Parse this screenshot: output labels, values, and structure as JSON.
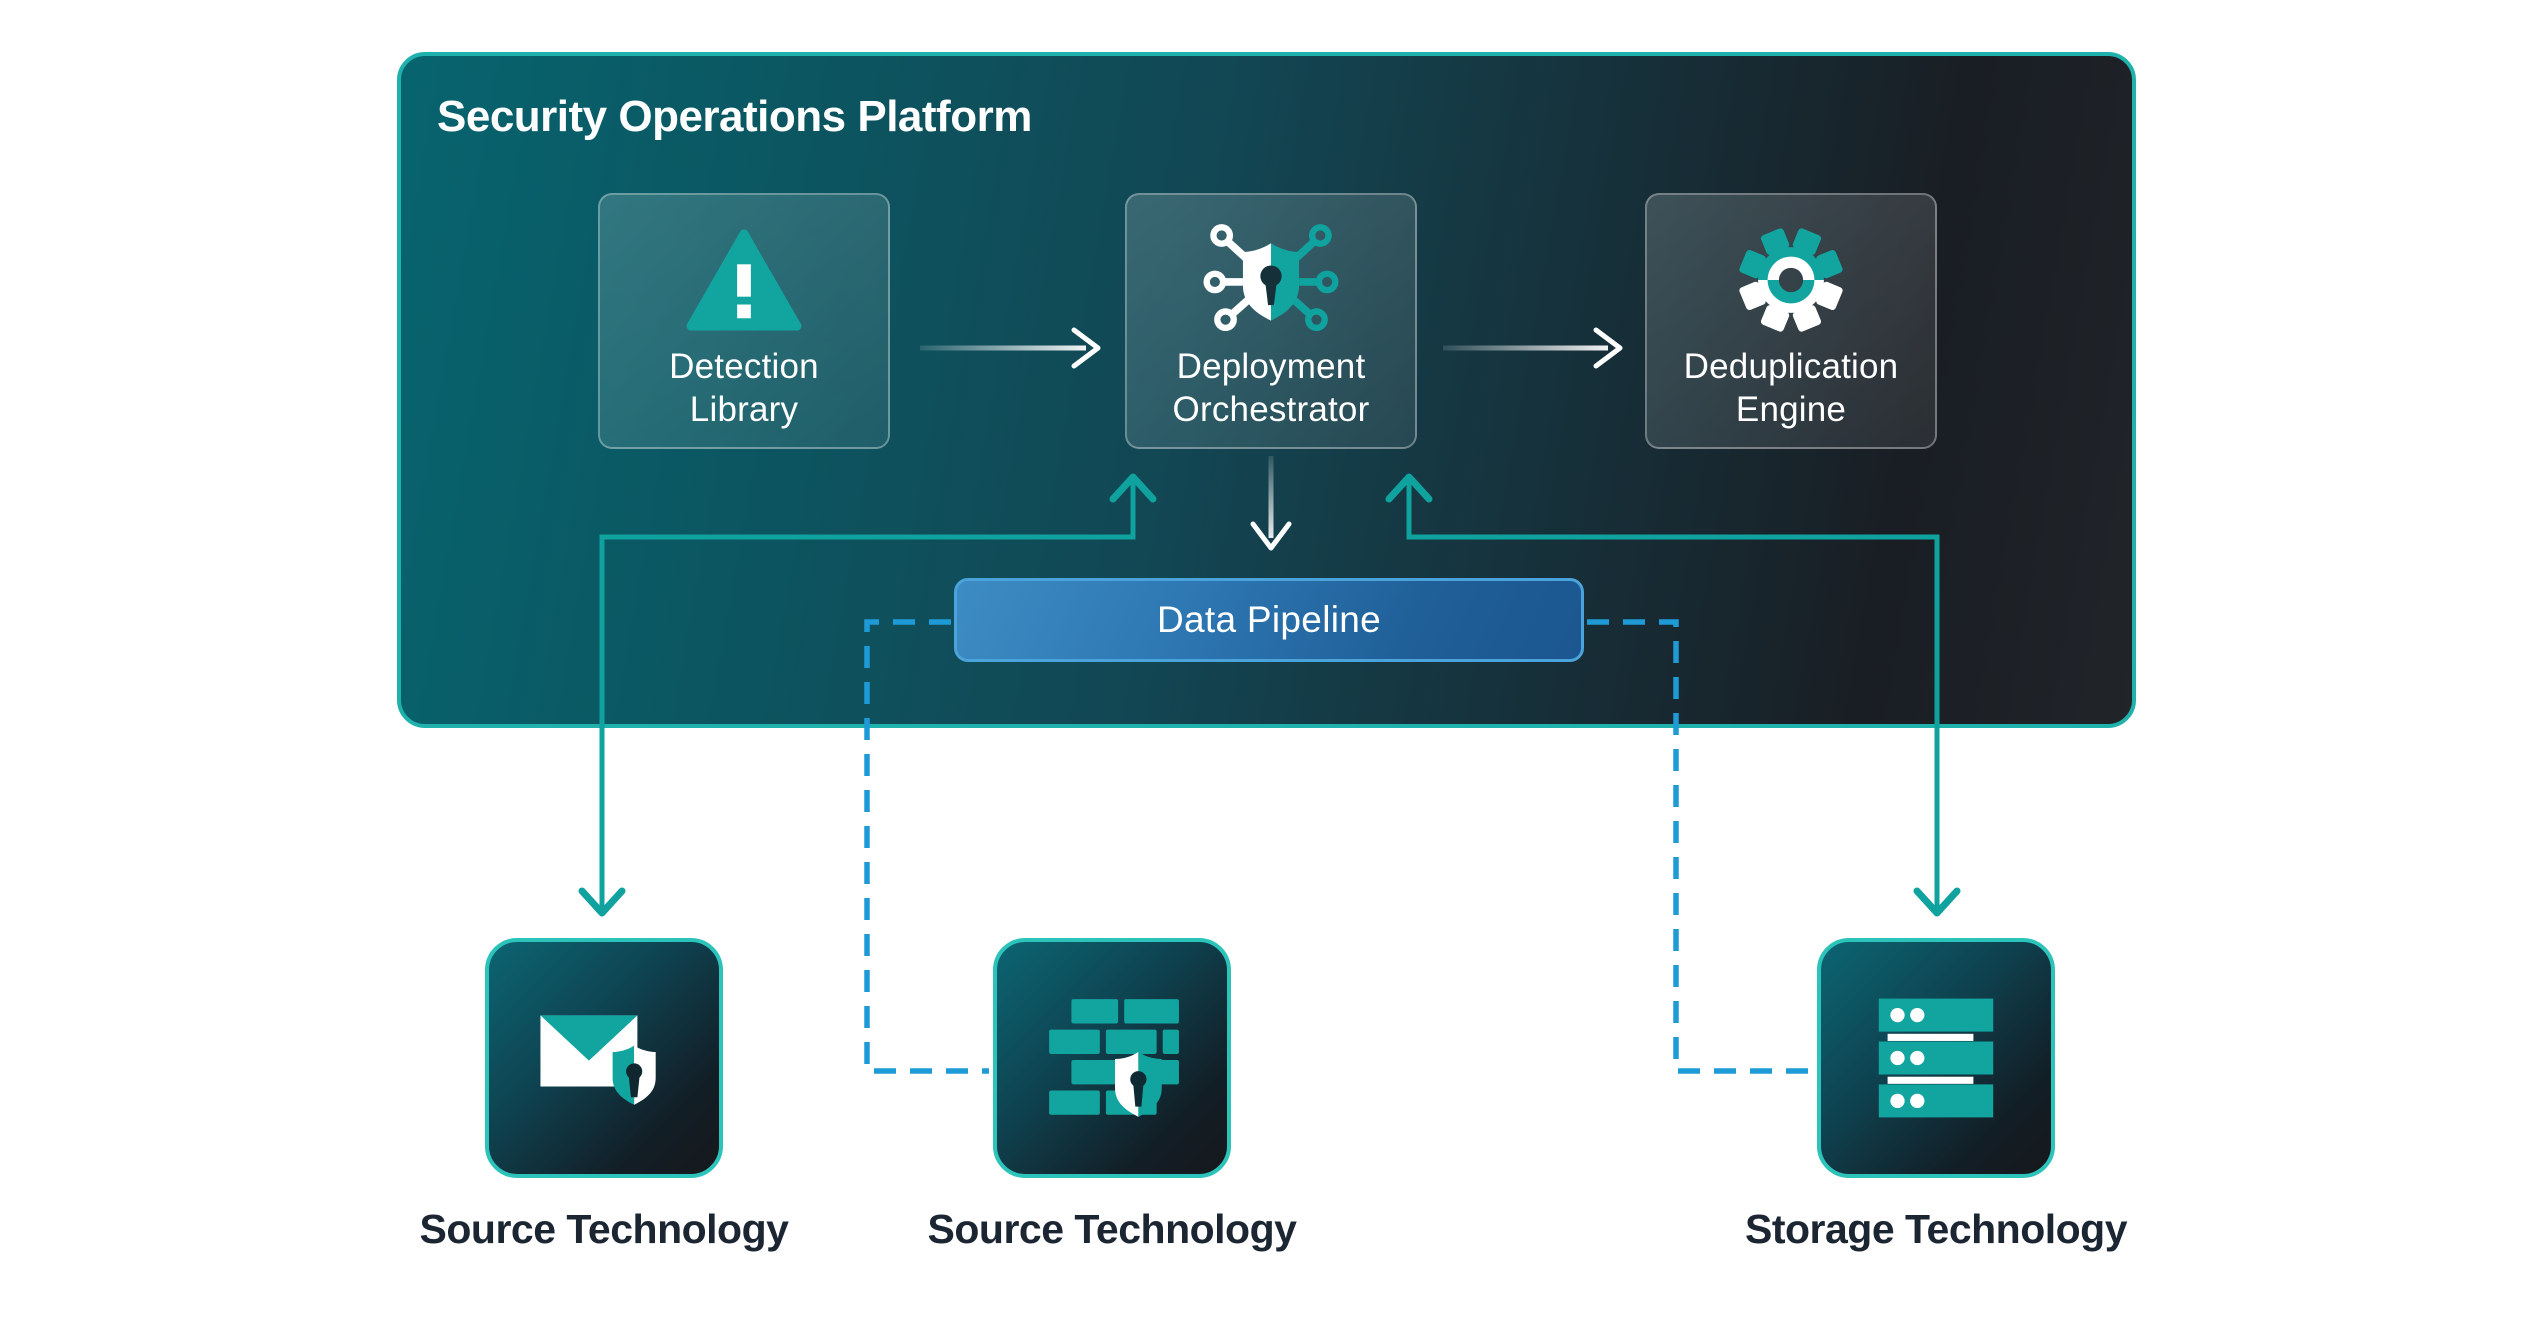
{
  "panel": {
    "title": "Security Operations Platform"
  },
  "nodes": {
    "detection": {
      "lines": [
        "Detection",
        "Library"
      ],
      "icon": "warning-triangle-icon"
    },
    "deployment": {
      "lines": [
        "Deployment",
        "Orchestrator"
      ],
      "icon": "shield-circuit-icon"
    },
    "dedup": {
      "lines": [
        "Deduplication",
        "Engine"
      ],
      "icon": "gear-icon"
    }
  },
  "pipeline": {
    "label": "Data Pipeline"
  },
  "technologies": [
    {
      "label": "Source Technology",
      "icon": "email-security-icon"
    },
    {
      "label": "Source Technology",
      "icon": "firewall-shield-icon"
    },
    {
      "label": "Storage Technology",
      "icon": "server-storage-icon"
    }
  ],
  "colors": {
    "teal-accent": "#12A5A0",
    "teal-border": "#2CC3BA",
    "teal-line": "#0FA29E",
    "dashed-blue": "#1E9BD7",
    "pipeline-border": "#4AA3DA",
    "label-dark": "#1C2633",
    "panel-grad-start": "#07646F",
    "panel-grad-end": "#212429",
    "pipeline-grad-start": "#3E8CC4",
    "pipeline-grad-end": "#1B5690"
  }
}
